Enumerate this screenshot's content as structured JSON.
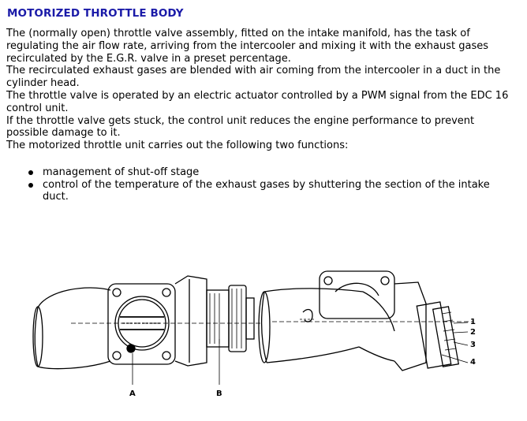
{
  "title": "MOTORIZED THROTTLE BODY",
  "paragraphs": [
    "The (normally open) throttle valve assembly, fitted on the intake manifold, has the task of regulating the air flow rate, arriving from the intercooler and mixing it with the exhaust gases recirculated by the E.G.R. valve in a preset percentage.",
    "The recirculated exhaust gases are blended with air coming from the intercooler in a duct in the cylinder head.",
    "The throttle valve is operated by an electric actuator controlled by a PWM signal from the EDC 16 control unit.",
    "If the throttle valve gets stuck, the control unit reduces the engine performance to prevent possible damage to it.",
    "The motorized throttle unit carries out the following two functions:"
  ],
  "bullets": [
    "management of shut-off stage",
    "control of the temperature of the exhaust gases by shuttering the section of the intake duct."
  ],
  "figure": {
    "left_labels": [
      "A",
      "B"
    ],
    "right_labels": [
      "1",
      "2",
      "3",
      "4"
    ]
  },
  "colors": {
    "title": "#1a1aa8",
    "text": "#000000"
  }
}
